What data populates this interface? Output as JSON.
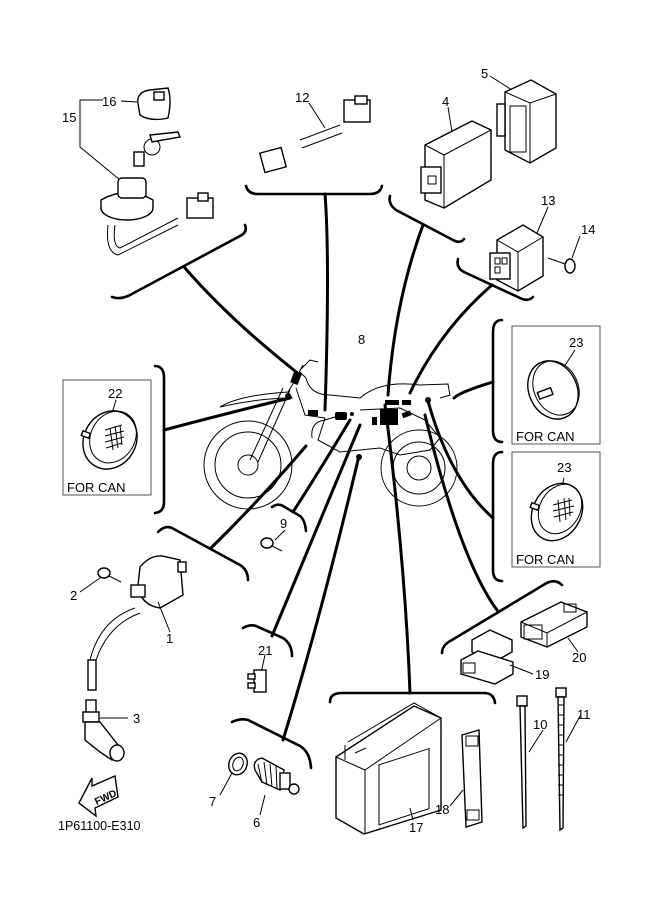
{
  "diagram": {
    "title_code": "1P61100-E310",
    "fwd_label": "FWD",
    "can_label": "FOR CAN",
    "callouts": {
      "p1": "1",
      "p2": "2",
      "p3": "3",
      "p4": "4",
      "p5": "5",
      "p6": "6",
      "p7": "7",
      "p8": "8",
      "p9": "9",
      "p10": "10",
      "p11": "11",
      "p12": "12",
      "p13": "13",
      "p14": "14",
      "p15": "15",
      "p16": "16",
      "p17": "17",
      "p18": "18",
      "p19": "19",
      "p20": "20",
      "p21": "21",
      "p22": "22",
      "p23a": "23",
      "p23b": "23"
    },
    "parts": [
      {
        "callout": "1",
        "depicts": "ignition-coil"
      },
      {
        "callout": "2",
        "depicts": "bolt"
      },
      {
        "callout": "3",
        "depicts": "spark-plug-cap"
      },
      {
        "callout": "4",
        "depicts": "cdi-unit"
      },
      {
        "callout": "5",
        "depicts": "rubber-cover"
      },
      {
        "callout": "6",
        "depicts": "neutral-switch"
      },
      {
        "callout": "7",
        "depicts": "gasket"
      },
      {
        "callout": "8",
        "depicts": "wire-harness"
      },
      {
        "callout": "9",
        "depicts": "bolt"
      },
      {
        "callout": "10",
        "depicts": "cable-tie"
      },
      {
        "callout": "11",
        "depicts": "cable-tie"
      },
      {
        "callout": "12",
        "depicts": "lead"
      },
      {
        "callout": "13",
        "depicts": "rectifier-regulator"
      },
      {
        "callout": "14",
        "depicts": "bolt"
      },
      {
        "callout": "15",
        "depicts": "main-switch"
      },
      {
        "callout": "16",
        "depicts": "switch-cap"
      },
      {
        "callout": "17",
        "depicts": "battery"
      },
      {
        "callout": "18",
        "depicts": "battery-band"
      },
      {
        "callout": "19",
        "depicts": "coupler"
      },
      {
        "callout": "20",
        "depicts": "coupler"
      },
      {
        "callout": "21",
        "depicts": "fuse"
      },
      {
        "callout": "22",
        "depicts": "reflector",
        "note": "FOR CAN"
      },
      {
        "callout": "23",
        "depicts": "reflector",
        "note": "FOR CAN"
      },
      {
        "callout": "23",
        "depicts": "reflector",
        "note": "FOR CAN"
      }
    ]
  }
}
